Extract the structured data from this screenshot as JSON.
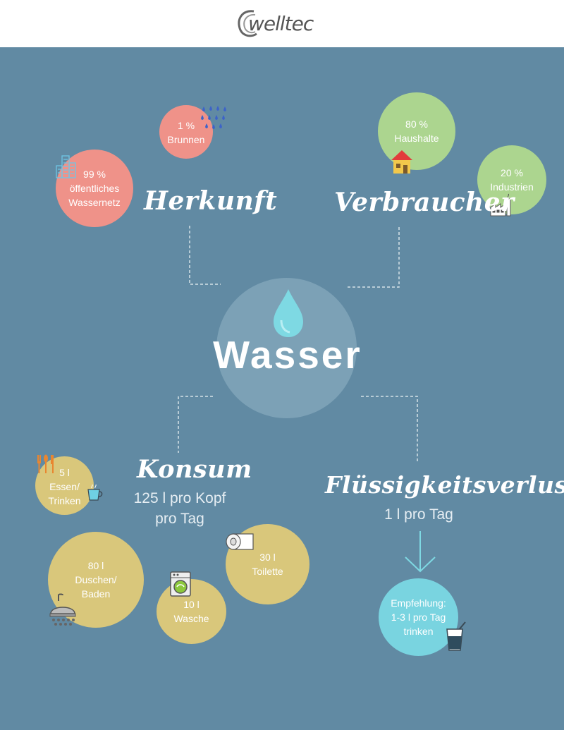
{
  "brand": {
    "logo_text": "welltec"
  },
  "center": {
    "title": "Wasser"
  },
  "herkunft": {
    "title": "Herkunft",
    "brunnen": {
      "value": "1 %",
      "label": "Brunnen"
    },
    "netz": {
      "value": "99 %",
      "label_line1": "öffentliches",
      "label_line2": "Wassernetz"
    }
  },
  "verbraucher": {
    "title": "Verbraucher",
    "haushalte": {
      "value": "80 %",
      "label": "Haushalte"
    },
    "industrien": {
      "value": "20 %",
      "label": "Industrien"
    }
  },
  "konsum": {
    "title": "Konsum",
    "subtitle_line1": "125 l pro Kopf",
    "subtitle_line2": "pro Tag",
    "essen": {
      "value": "5 l",
      "label_line1": "Essen/",
      "label_line2": "Trinken"
    },
    "duschen": {
      "value": "80 l",
      "label_line1": "Duschen/",
      "label_line2": "Baden"
    },
    "wasche": {
      "value": "10 l",
      "label": "Wasche"
    },
    "toilette": {
      "value": "30 l",
      "label": "Toilette"
    }
  },
  "verlust": {
    "title": "Flüssigkeitsverlust",
    "subtitle": "1 l pro Tag",
    "empfehlung": {
      "line1": "Empfehlung:",
      "line2": "1-3 l pro Tag",
      "line3": "trinken"
    }
  },
  "colors": {
    "background": "#618aa3",
    "pink": "#ef9289",
    "green": "#acd58f",
    "yellow": "#d9c77b",
    "cyan": "#79d4e0"
  },
  "icons": [
    "rain-icon",
    "building-icon",
    "house-icon",
    "factory-icon",
    "water-drop-icon",
    "cutlery-icon",
    "cup-icon",
    "toilet-paper-icon",
    "washing-machine-icon",
    "shower-icon",
    "arrow-down-icon",
    "glass-icon"
  ]
}
